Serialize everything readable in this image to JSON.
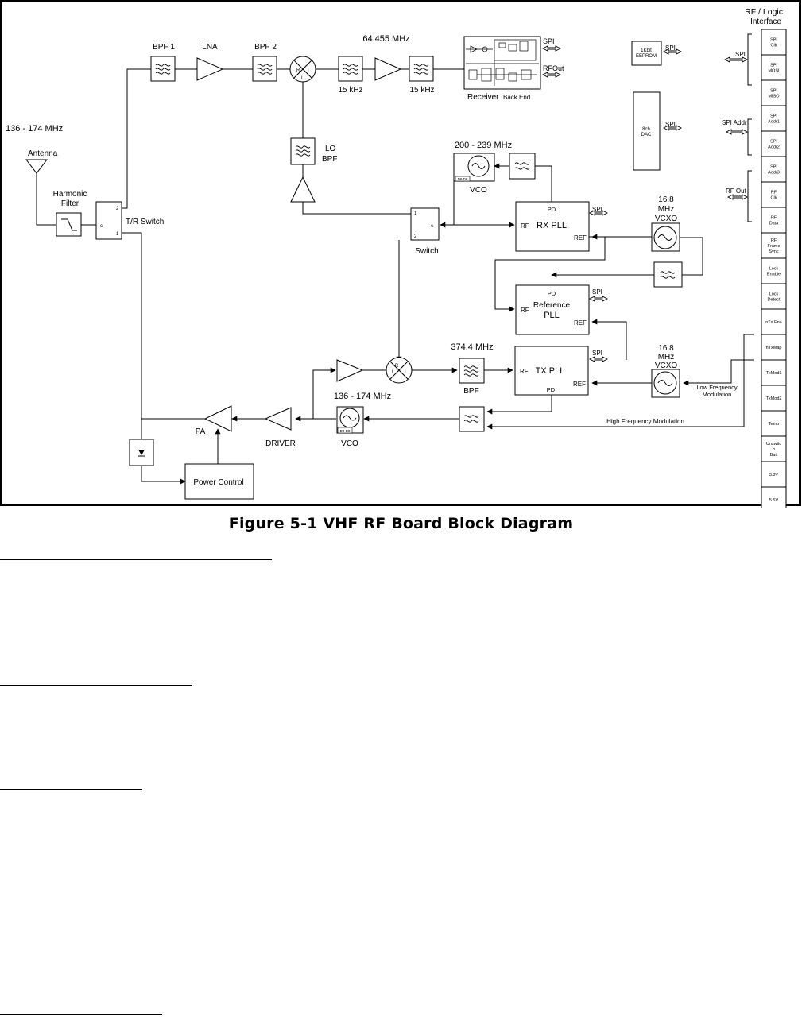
{
  "caption": "Figure 5-1   VHF RF Board Block Diagram",
  "labels": {
    "rf_logic_interface": [
      "RF / Logic",
      "Interface"
    ],
    "freq_band": "136 - 174 MHz",
    "antenna": "Antenna",
    "harmonic_filter": [
      "Harmonic",
      "Filter"
    ],
    "tr_switch": "T/R Switch",
    "tr_port_2": "2",
    "tr_port_1": "1",
    "tr_port_c": "c",
    "bpf1": "BPF 1",
    "lna": "LNA",
    "bpf2": "BPF 2",
    "if_freq": "64.455 MHz",
    "if_filter_1": "15 kHz",
    "if_filter_2": "15 kHz",
    "receiver_back_end": "Receiver",
    "receiver_back_end_small": "Back End",
    "spi": "SPI",
    "rf_out": "RFOut",
    "eeprom": [
      "1Kbit",
      "EEPROM"
    ],
    "dac": [
      "8ch",
      "DAC"
    ],
    "lo_bpf": [
      "LO",
      "BPF"
    ],
    "mixer_r": "R",
    "mixer_l": "L",
    "mixer_i": "I",
    "rx_vco_freq": "200 - 239 MHz",
    "vco": "VCO",
    "vco_chip": "D9 D8",
    "switch": "Switch",
    "switch_port_1": "1",
    "switch_port_2": "2",
    "switch_port_c": "c",
    "rx_pll": "RX PLL",
    "pd": "PD",
    "rf": "RF",
    "ref": "REF",
    "vcxo_freq": [
      "16.8",
      "MHz",
      "VCXO"
    ],
    "reference_pll": [
      "Reference",
      "PLL"
    ],
    "tx_pll": "TX PLL",
    "tx_freq": "374.4 MHz",
    "bpf": "BPF",
    "tx_vco_freq": "136 - 174 MHz",
    "pa": "PA",
    "driver": "DRIVER",
    "power_control": "Power Control",
    "low_freq_mod": [
      "Low Frequency",
      "Modulation"
    ],
    "high_freq_mod": "High Frequency Modulation",
    "spi_addr": "SPI Addr",
    "rf_out_side": "RF Out"
  },
  "interface_pins": [
    [
      "SPI",
      "Clk"
    ],
    [
      "SPI",
      "MOSI"
    ],
    [
      "SPI",
      "MISO"
    ],
    [
      "SPI",
      "Addr1"
    ],
    [
      "SPI",
      "Addr2"
    ],
    [
      "SPI",
      "Addr3"
    ],
    [
      "RF",
      "Clk"
    ],
    [
      "RF",
      "Data"
    ],
    [
      "RF",
      "Frame",
      "Sync"
    ],
    [
      "Lock",
      "Enable"
    ],
    [
      "Lock",
      "Detect"
    ],
    [
      "nTx Ena"
    ],
    [
      "nTxMap"
    ],
    [
      "TxMod1"
    ],
    [
      "TxMod2"
    ],
    [
      "Temp"
    ],
    [
      "Unswitc",
      "h",
      "Batt"
    ],
    [
      "3.3V"
    ],
    [
      "5.5V"
    ]
  ]
}
